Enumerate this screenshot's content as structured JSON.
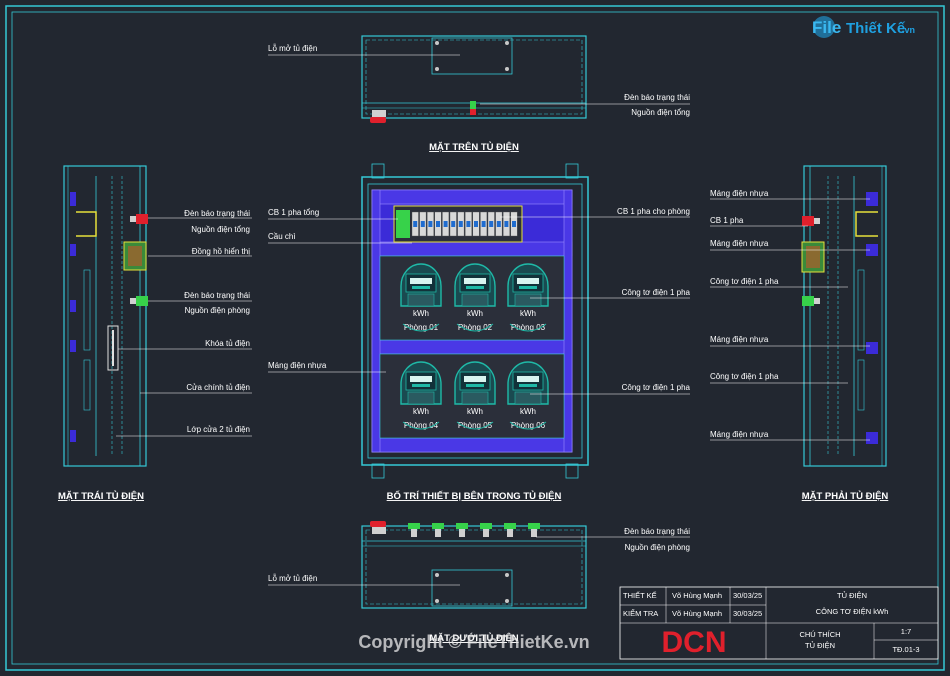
{
  "brand": {
    "logo_file": "File",
    "logo_rest": "Thiết Kế",
    "logo_tld": ".vn",
    "watermark": "Copyright © FileThietKe.vn"
  },
  "views": {
    "top": "MẶT TRÊN TỦ ĐIỆN",
    "left": "MẶT TRÁI TỦ ĐIỆN",
    "front": "BỐ TRÍ THIẾT BỊ BÊN TRONG TỦ ĐIỆN",
    "right": "MẶT PHẢI TỦ ĐIỆN",
    "bottom": "MẶT DƯỚI TỦ ĐIỆN"
  },
  "labels": {
    "top_opening": "Lỗ mở tủ điện",
    "top_status_light": "Đèn báo trạng thái",
    "top_main_power": "Nguồn điện tổng",
    "left_status_light_1": "Đèn báo trạng thái",
    "left_main_power": "Nguồn điện tổng",
    "left_meter": "Đồng hồ hiển thị",
    "left_status_light_2": "Đèn báo trạng thái",
    "left_room_power": "Nguồn điện phòng",
    "left_lock": "Khóa tủ điện",
    "left_main_door": "Cửa chính tủ điện",
    "left_door_2": "Lớp cửa 2 tủ điện",
    "front_cb_main": "CB 1 pha tổng",
    "front_fuse": "Cầu chì",
    "front_trunking": "Máng điện nhựa",
    "front_cb_rooms": "CB 1 pha cho phòng",
    "front_meter_1": "Công tơ điện 1 pha",
    "front_meter_2": "Công tơ điện 1 pha",
    "right_trunking_1": "Máng điện nhựa",
    "right_cb": "CB 1 pha",
    "right_trunking_2": "Máng điện nhựa",
    "right_meter_1": "Công tơ điện 1 pha",
    "right_trunking_3": "Máng điện nhựa",
    "right_meter_2": "Công tơ điện 1 pha",
    "right_trunking_4": "Máng điện nhựa",
    "bottom_status_light": "Đèn báo trạng thái",
    "bottom_room_power": "Nguồn điện phòng",
    "bottom_opening": "Lỗ mở tủ điện"
  },
  "rooms": [
    "Phòng 01",
    "Phòng 02",
    "Phòng 03",
    "Phòng 04",
    "Phòng 05",
    "Phòng 06"
  ],
  "meter_tag": "kWh",
  "title_block": {
    "design_label": "THIẾT KẾ",
    "design_name": "Võ Hùng Mạnh",
    "design_date": "30/03/25",
    "check_label": "KIỂM TRA",
    "check_name": "Võ Hùng Mạnh",
    "check_date": "30/03/25",
    "drawing_title": "TỦ ĐIỆN",
    "drawing_subtitle": "CÔNG TƠ ĐIỆN kWh",
    "company_logo": "DCN",
    "note_label": "CHÚ THÍCH",
    "note_value": "TỦ ĐIỆN",
    "scale": "1:7",
    "sheet": "TĐ.01-3"
  },
  "colors": {
    "background": "#222730",
    "outline": "#35c9d6",
    "panel": "#3b2bd8",
    "meter": "#1fb9a7",
    "red": "#e0202c",
    "yellow": "#e6e03a",
    "green": "#37d24a"
  }
}
